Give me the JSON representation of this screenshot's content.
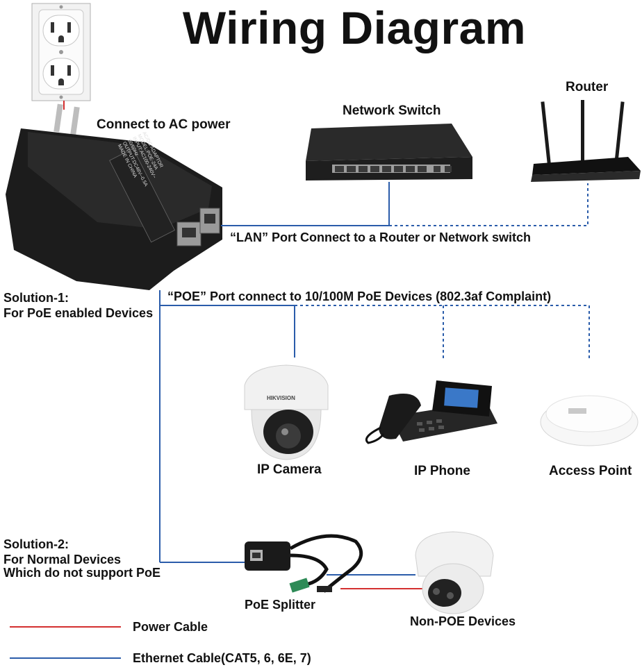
{
  "title": "Wiring Diagram",
  "labels": {
    "ac_power": "Connect to AC power",
    "network_switch": "Network Switch",
    "router": "Router",
    "lan_port": "“LAN” Port Connect to a Router or Network switch",
    "poe_port": "“POE” Port connect to 10/100M PoE Devices (802.3af Complaint)",
    "solution1_title": "Solution-1:",
    "solution1_desc": "For PoE enabled Devices",
    "ip_camera": "IP Camera",
    "ip_phone": "IP Phone",
    "access_point": "Access Point",
    "solution2_title": "Solution-2:",
    "solution2_line1": "For Normal Devices",
    "solution2_line2": "Which do not support PoE",
    "poe_splitter": "PoE Splitter",
    "non_poe_devices": "Non-POE Devices"
  },
  "adapter": {
    "line1": "AC/DC ADAPTOR",
    "line2": "MODEL:POE-24A",
    "line3": "INPUT:AC100-240V~",
    "line4": "50/60Hz",
    "line5": "OUTPUT:DC48V--0.5A",
    "line6": "MADE IN CHINA"
  },
  "camera_brand": "HIKVISION",
  "legend": [
    {
      "label": "Power Cable",
      "color": "#d32f2f"
    },
    {
      "label": "Ethernet Cable(CAT5, 6, 6E, 7)",
      "color": "#2a5caa"
    }
  ],
  "colors": {
    "ethernet": "#2a5caa",
    "power": "#d32f2f"
  }
}
